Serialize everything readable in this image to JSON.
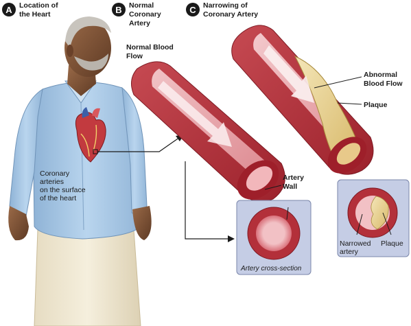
{
  "panels": {
    "a": {
      "letter": "A",
      "title_line1": "Location of",
      "title_line2": "the Heart"
    },
    "b": {
      "letter": "B",
      "title_line1": "Normal",
      "title_line2": "Coronary",
      "title_line3": "Artery"
    },
    "c": {
      "letter": "C",
      "title_line1": "Narrowing of",
      "title_line2": "Coronary Artery"
    }
  },
  "labels": {
    "coronary_line1": "Coronary",
    "coronary_line2": "arteries",
    "coronary_line3": "on the surface",
    "coronary_line4": "of the heart",
    "normal_flow_line1": "Normal Blood",
    "normal_flow_line2": "Flow",
    "artery_wall_line1": "Artery",
    "artery_wall_line2": "Wall",
    "abnormal_flow_line1": "Abnormal",
    "abnormal_flow_line2": "Blood Flow",
    "plaque": "Plaque",
    "narrowed_line1": "Narrowed",
    "narrowed_line2": "artery",
    "plaque_cross": "Plaque",
    "cross_section_caption": "Artery cross-section"
  },
  "colors": {
    "badge": "#1a1a1a",
    "artery_outer": "#b8323c",
    "artery_inner": "#e79aa0",
    "plaque": "#e8d39a",
    "shirt": "#a9c9e6",
    "skin": "#7a4e32",
    "inset_bg": "#c9d0e6"
  }
}
